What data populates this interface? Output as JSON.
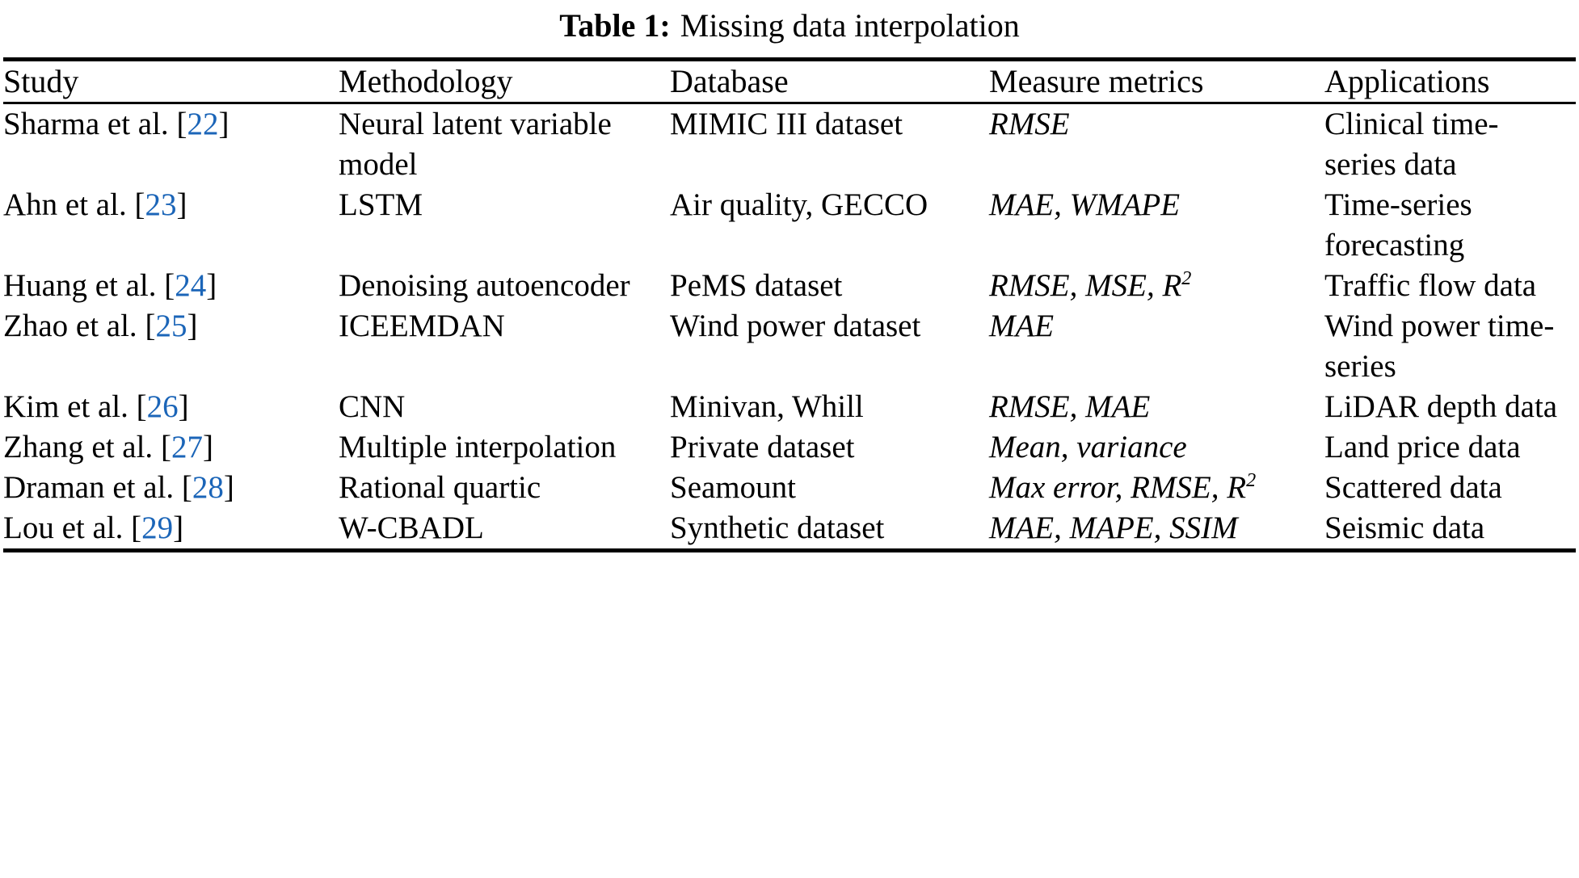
{
  "caption": {
    "label": "Table 1:",
    "text": "Missing data interpolation"
  },
  "table": {
    "columns": [
      {
        "key": "study",
        "header": "Study"
      },
      {
        "key": "method",
        "header": "Methodology"
      },
      {
        "key": "db",
        "header": "Database"
      },
      {
        "key": "metric",
        "header": "Measure metrics"
      },
      {
        "key": "app",
        "header": "Applications"
      }
    ],
    "rows": [
      {
        "study_name": "Sharma et al.",
        "citation": "22",
        "method": "Neural latent variable model",
        "db": "MIMIC III dataset",
        "metric": "RMSE",
        "app": "Clinical time-series data"
      },
      {
        "study_name": "Ahn et al.",
        "citation": "23",
        "method": "LSTM",
        "db": "Air quality, GECCO",
        "metric": "MAE, WMAPE",
        "app": "Time-series forecasting"
      },
      {
        "study_name": "Huang et al.",
        "citation": "24",
        "method": "Denoising autoencoder",
        "db": "PeMS dataset",
        "metric": "RMSE, MSE, R2",
        "metric_html": "RMSE, MSE, R<sup>2</sup>",
        "app": "Traffic flow data"
      },
      {
        "study_name": "Zhao et al.",
        "citation": "25",
        "method": "ICEEMDAN",
        "db": "Wind power dataset",
        "metric": "MAE",
        "app": "Wind power time-series"
      },
      {
        "study_name": "Kim et al.",
        "citation": "26",
        "method": "CNN",
        "db": "Minivan, Whill",
        "metric": "RMSE, MAE",
        "app": "LiDAR depth data"
      },
      {
        "study_name": "Zhang et al.",
        "citation": "27",
        "method": "Multiple interpolation",
        "db": "Private dataset",
        "metric": "Mean, variance",
        "app": "Land price data"
      },
      {
        "study_name": "Draman et al.",
        "citation": "28",
        "method": "Rational quartic",
        "db": "Seamount",
        "metric": "Max error, RMSE, R2",
        "metric_html": "Max error, RMSE, R<sup>2</sup>",
        "app": "Scattered data"
      },
      {
        "study_name": "Lou et al.",
        "citation": "29",
        "method": "W-CBADL",
        "db": "Synthetic dataset",
        "metric": "MAE, MAPE, SSIM",
        "app": "Seismic data"
      }
    ]
  },
  "colors": {
    "citation_link": "#1b65b8",
    "rule": "#000000",
    "text": "#000000",
    "background": "#ffffff"
  }
}
